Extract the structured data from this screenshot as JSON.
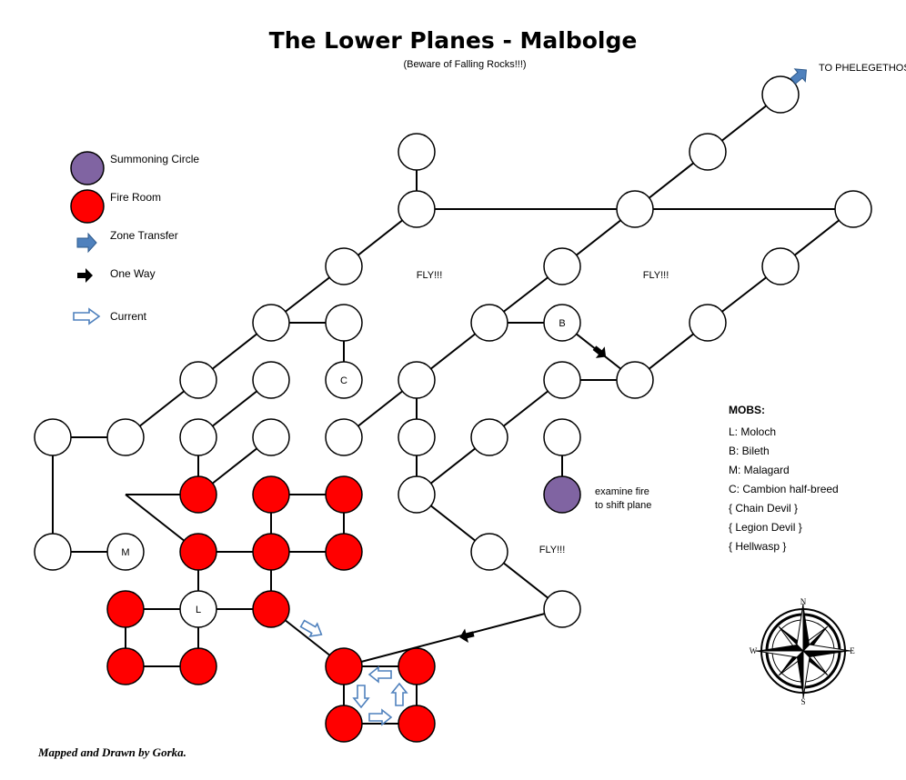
{
  "title": "The Lower Planes - Malbolge",
  "subtitle": "(Beware of Falling Rocks!!!)",
  "exit_label": "TO PHELEGETHOS",
  "legend": [
    {
      "kind": "summon",
      "label": "Summoning Circle"
    },
    {
      "kind": "fire",
      "label": "Fire Room"
    },
    {
      "kind": "zone",
      "label": "Zone Transfer"
    },
    {
      "kind": "oneway",
      "label": "One Way"
    },
    {
      "kind": "current",
      "label": "Current"
    }
  ],
  "fly_labels": [
    "FLY!!!",
    "FLY!!!",
    "FLY!!!"
  ],
  "examine_lines": [
    "examine fire",
    "to shift plane"
  ],
  "mobs": {
    "heading": "MOBS:",
    "items": [
      "L: Moloch",
      "B: Bileth",
      "M: Malagard",
      "C: Cambion half-breed",
      "{ Chain Devil }",
      "{ Legion Devil }",
      "{ Hellwasp }"
    ]
  },
  "credit": "Mapped and Drawn by Gorka.",
  "compass": {
    "n": "N",
    "s": "S",
    "e": "E",
    "w": "W"
  },
  "colors": {
    "fire": "#ff0000",
    "summon": "#8064a2",
    "zone": "#4f81bd",
    "room": "#ffffff"
  },
  "rooms": [
    {
      "id": "r1",
      "type": "normal",
      "label": ""
    },
    {
      "id": "r2",
      "type": "normal",
      "label": ""
    },
    {
      "id": "r3",
      "type": "normal",
      "label": ""
    },
    {
      "id": "r4",
      "type": "normal",
      "label": ""
    },
    {
      "id": "r5",
      "type": "normal",
      "label": ""
    },
    {
      "id": "r6",
      "type": "normal",
      "label": ""
    },
    {
      "id": "r7",
      "type": "normal",
      "label": ""
    },
    {
      "id": "r8",
      "type": "normal",
      "label": ""
    },
    {
      "id": "r9",
      "type": "normal",
      "label": ""
    },
    {
      "id": "r10",
      "type": "normal",
      "label": ""
    },
    {
      "id": "r11",
      "type": "normal",
      "label": ""
    },
    {
      "id": "r12",
      "type": "normal",
      "label": ""
    },
    {
      "id": "r13",
      "type": "normal",
      "label": "B"
    },
    {
      "id": "r14",
      "type": "normal",
      "label": ""
    },
    {
      "id": "r15",
      "type": "normal",
      "label": ""
    },
    {
      "id": "r16",
      "type": "normal",
      "label": ""
    },
    {
      "id": "r17",
      "type": "normal",
      "label": "C"
    },
    {
      "id": "r18",
      "type": "normal",
      "label": ""
    },
    {
      "id": "r19",
      "type": "normal",
      "label": ""
    },
    {
      "id": "r20",
      "type": "normal",
      "label": ""
    },
    {
      "id": "r21",
      "type": "normal",
      "label": ""
    },
    {
      "id": "r22",
      "type": "normal",
      "label": ""
    },
    {
      "id": "r23",
      "type": "normal",
      "label": ""
    },
    {
      "id": "r24",
      "type": "normal",
      "label": ""
    },
    {
      "id": "r25",
      "type": "normal",
      "label": ""
    },
    {
      "id": "r26",
      "type": "normal",
      "label": ""
    },
    {
      "id": "r27",
      "type": "normal",
      "label": ""
    },
    {
      "id": "r28",
      "type": "normal",
      "label": ""
    },
    {
      "id": "r29",
      "type": "normal",
      "label": ""
    },
    {
      "id": "r30",
      "type": "summon",
      "label": ""
    },
    {
      "id": "r31",
      "type": "normal",
      "label": ""
    },
    {
      "id": "r32",
      "type": "normal",
      "label": "M"
    },
    {
      "id": "r33",
      "type": "normal",
      "label": ""
    },
    {
      "id": "r34",
      "type": "normal",
      "label": "L"
    },
    {
      "id": "r35",
      "type": "normal",
      "label": ""
    },
    {
      "id": "r36",
      "type": "fire",
      "label": ""
    },
    {
      "id": "r37",
      "type": "fire",
      "label": ""
    },
    {
      "id": "r38",
      "type": "fire",
      "label": ""
    },
    {
      "id": "r39",
      "type": "fire",
      "label": ""
    },
    {
      "id": "r40",
      "type": "fire",
      "label": ""
    },
    {
      "id": "r41",
      "type": "fire",
      "label": ""
    },
    {
      "id": "r42",
      "type": "fire",
      "label": ""
    },
    {
      "id": "r43",
      "type": "fire",
      "label": ""
    },
    {
      "id": "r44",
      "type": "fire",
      "label": ""
    },
    {
      "id": "r45",
      "type": "fire",
      "label": ""
    },
    {
      "id": "r46",
      "type": "fire",
      "label": ""
    },
    {
      "id": "r47",
      "type": "fire",
      "label": ""
    },
    {
      "id": "r48",
      "type": "fire",
      "label": ""
    },
    {
      "id": "r49",
      "type": "fire",
      "label": ""
    }
  ]
}
